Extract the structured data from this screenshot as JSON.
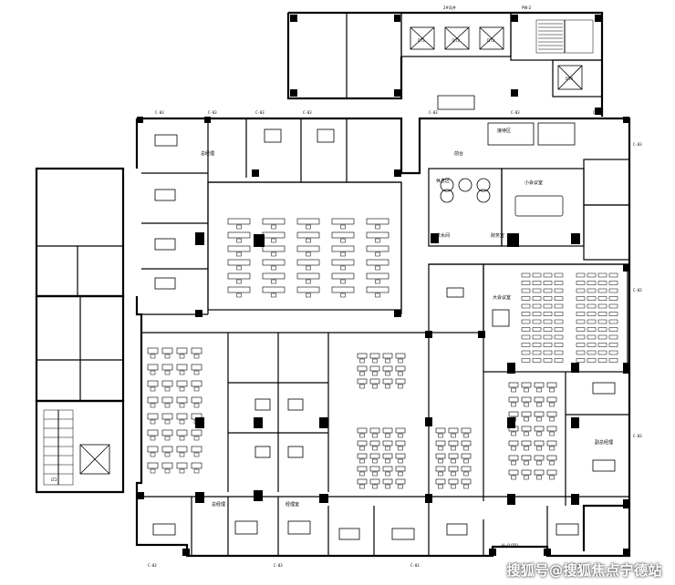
{
  "plan": {
    "room_labels": {
      "ceo_office": "总经理",
      "gm_office": "总经理",
      "manager_office": "经理室",
      "vice_gm": "副总经理",
      "conference": "大会议室",
      "meeting": "小会议室",
      "reception": "接待区",
      "tea_room": "茶水间",
      "finance": "财务室",
      "rest": "休息区",
      "hall": "前台"
    },
    "tags": {
      "top_mark": "2#风井",
      "pw_label": "PW-2",
      "elev1": "DT1",
      "elev2": "DT2",
      "elev3": "DT3",
      "elev4": "DT4",
      "stair_label": "LT2",
      "level_mark": "H=0.050"
    },
    "column_label": "C-03"
  },
  "watermark": {
    "text": "搜狐号@搜狐焦点宁德站"
  },
  "colors": {
    "line": "#000000",
    "fill_dark": "#000000",
    "fill_light": "#ffffff"
  }
}
